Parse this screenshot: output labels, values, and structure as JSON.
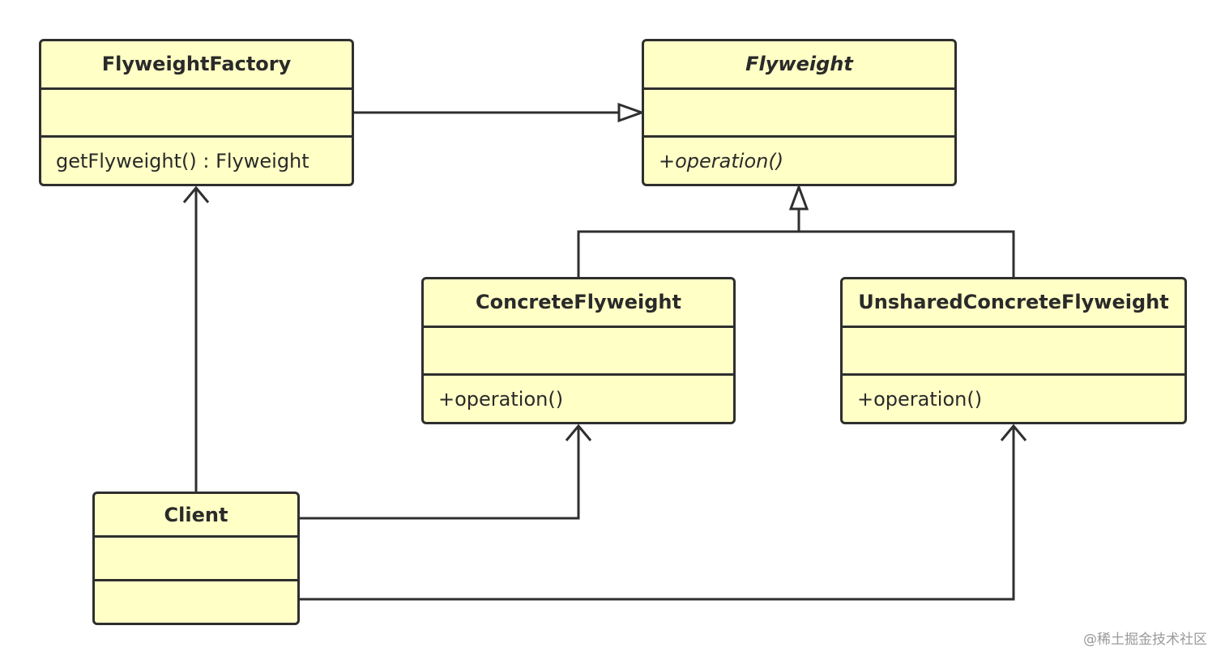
{
  "classes": {
    "flyweight_factory": {
      "name": "FlyweightFactory",
      "operation": "getFlyweight() : Flyweight"
    },
    "flyweight": {
      "name": "Flyweight",
      "operation": "+operation()",
      "abstract": true
    },
    "concrete_flyweight": {
      "name": "ConcreteFlyweight",
      "operation": "+operation()"
    },
    "unshared_concrete_flyweight": {
      "name": "UnsharedConcreteFlyweight",
      "operation": "+operation()"
    },
    "client": {
      "name": "Client"
    }
  },
  "relations": [
    {
      "from": "FlyweightFactory",
      "to": "Flyweight",
      "type": "realization-hollow-triangle"
    },
    {
      "from": "ConcreteFlyweight",
      "to": "Flyweight",
      "type": "generalization"
    },
    {
      "from": "UnsharedConcreteFlyweight",
      "to": "Flyweight",
      "type": "generalization"
    },
    {
      "from": "Client",
      "to": "FlyweightFactory",
      "type": "association"
    },
    {
      "from": "Client",
      "to": "ConcreteFlyweight",
      "type": "association"
    },
    {
      "from": "Client",
      "to": "UnsharedConcreteFlyweight",
      "type": "association"
    }
  ],
  "colors": {
    "box_fill": "#ffffc6",
    "stroke": "#2f2f2f"
  },
  "watermark": "@稀土掘金技术社区"
}
